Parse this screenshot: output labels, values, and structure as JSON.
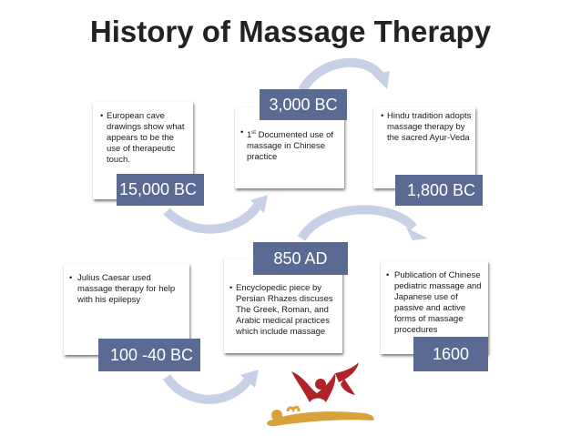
{
  "title": "History of Massage Therapy",
  "colors": {
    "label_fill": "#5b6a92",
    "arrow": "#c8d0e6",
    "logo_red": "#b0232a",
    "logo_gold": "#d8a23a"
  },
  "milestones": [
    {
      "date": "15,000 BC",
      "bullet": "•",
      "text": "European cave drawings show what appears to be the use of therapeutic touch."
    },
    {
      "date": "3,000 BC",
      "bullet": "•",
      "pre": "1",
      "sup": "st",
      "post": " Documented use of massage in Chinese practice"
    },
    {
      "date": "1,800 BC",
      "bullet": "•",
      "text": "Hindu tradition adopts massage therapy by the sacred Ayur-Veda"
    },
    {
      "date": "100 -40 BC",
      "bullet": "•",
      "text": "Julius Caesar used massage therapy for help with his epilepsy"
    },
    {
      "date": "850 AD",
      "bullet": "•",
      "text": "Encyclopedic piece by Persian Rhazes discuses The Greek, Roman, and Arabic medical practices which include massage"
    },
    {
      "date": "1600",
      "bullet": "•",
      "text": "Publication of Chinese pediatric massage and Japanese use of passive and active forms of massage procedures"
    }
  ]
}
